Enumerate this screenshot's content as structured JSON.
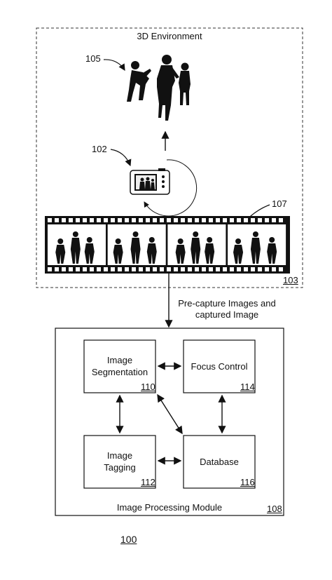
{
  "environment": {
    "title": "3D Environment",
    "ref": "103"
  },
  "refs": {
    "people": "105",
    "camera": "102",
    "film": "107",
    "figure": "100"
  },
  "transfer_label": [
    "Pre-capture Images and",
    "captured Image"
  ],
  "module": {
    "title": "Image Processing Module",
    "ref": "108",
    "boxes": {
      "segmentation": {
        "lines": [
          "Image",
          "Segmentation"
        ],
        "ref": "110"
      },
      "focus": {
        "lines": [
          "Focus Control"
        ],
        "ref": "114"
      },
      "tagging": {
        "lines": [
          "Image",
          "Tagging"
        ],
        "ref": "112"
      },
      "database": {
        "lines": [
          "Database"
        ],
        "ref": "116"
      }
    }
  },
  "icons": [
    "people-silhouettes-icon",
    "camera-icon",
    "film-strip-icon"
  ]
}
